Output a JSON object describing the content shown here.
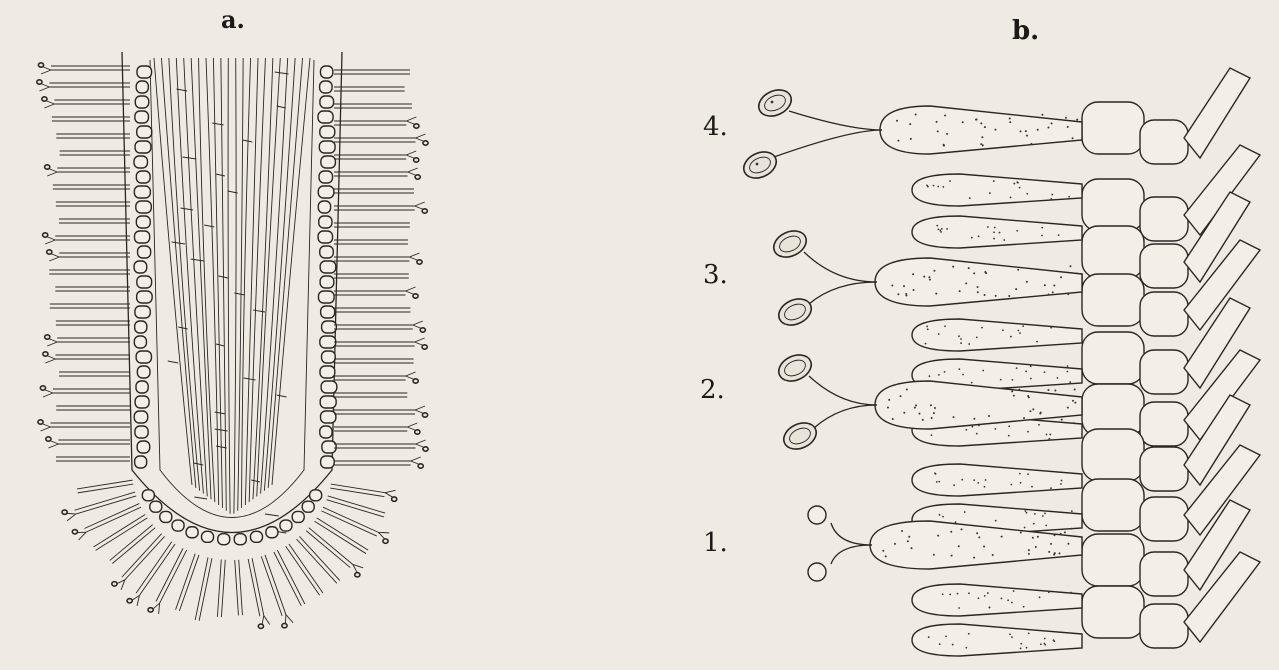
{
  "figure": {
    "panel_a": {
      "label": "a."
    },
    "panel_b": {
      "label": "b.",
      "stages": [
        "4.",
        "3.",
        "2.",
        "1."
      ]
    }
  },
  "colors": {
    "paper": "#efebe3",
    "ink": "#2a2723"
  }
}
